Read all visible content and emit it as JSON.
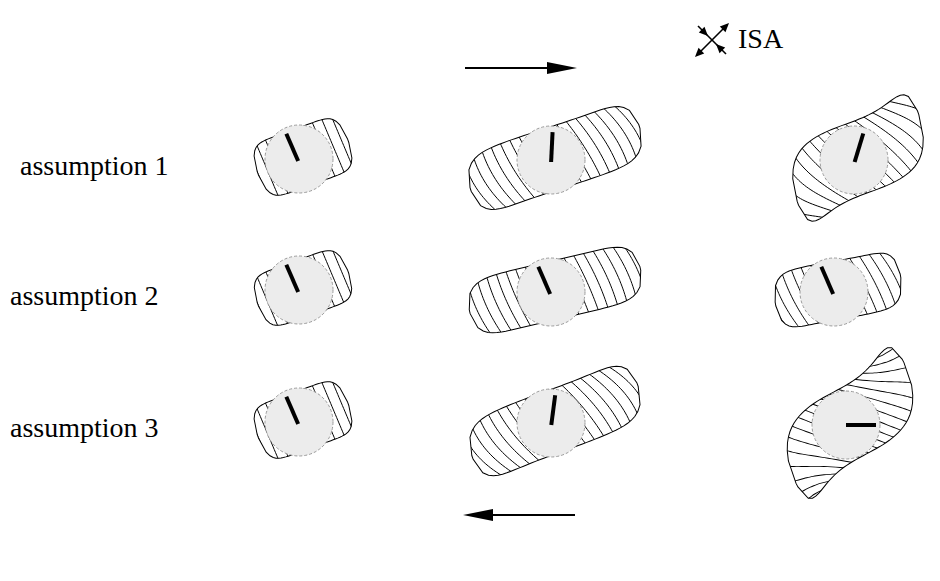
{
  "diagram": {
    "labels": [
      "ISA",
      "assumption 1",
      "assumption 2",
      "assumption 3"
    ]
  }
}
